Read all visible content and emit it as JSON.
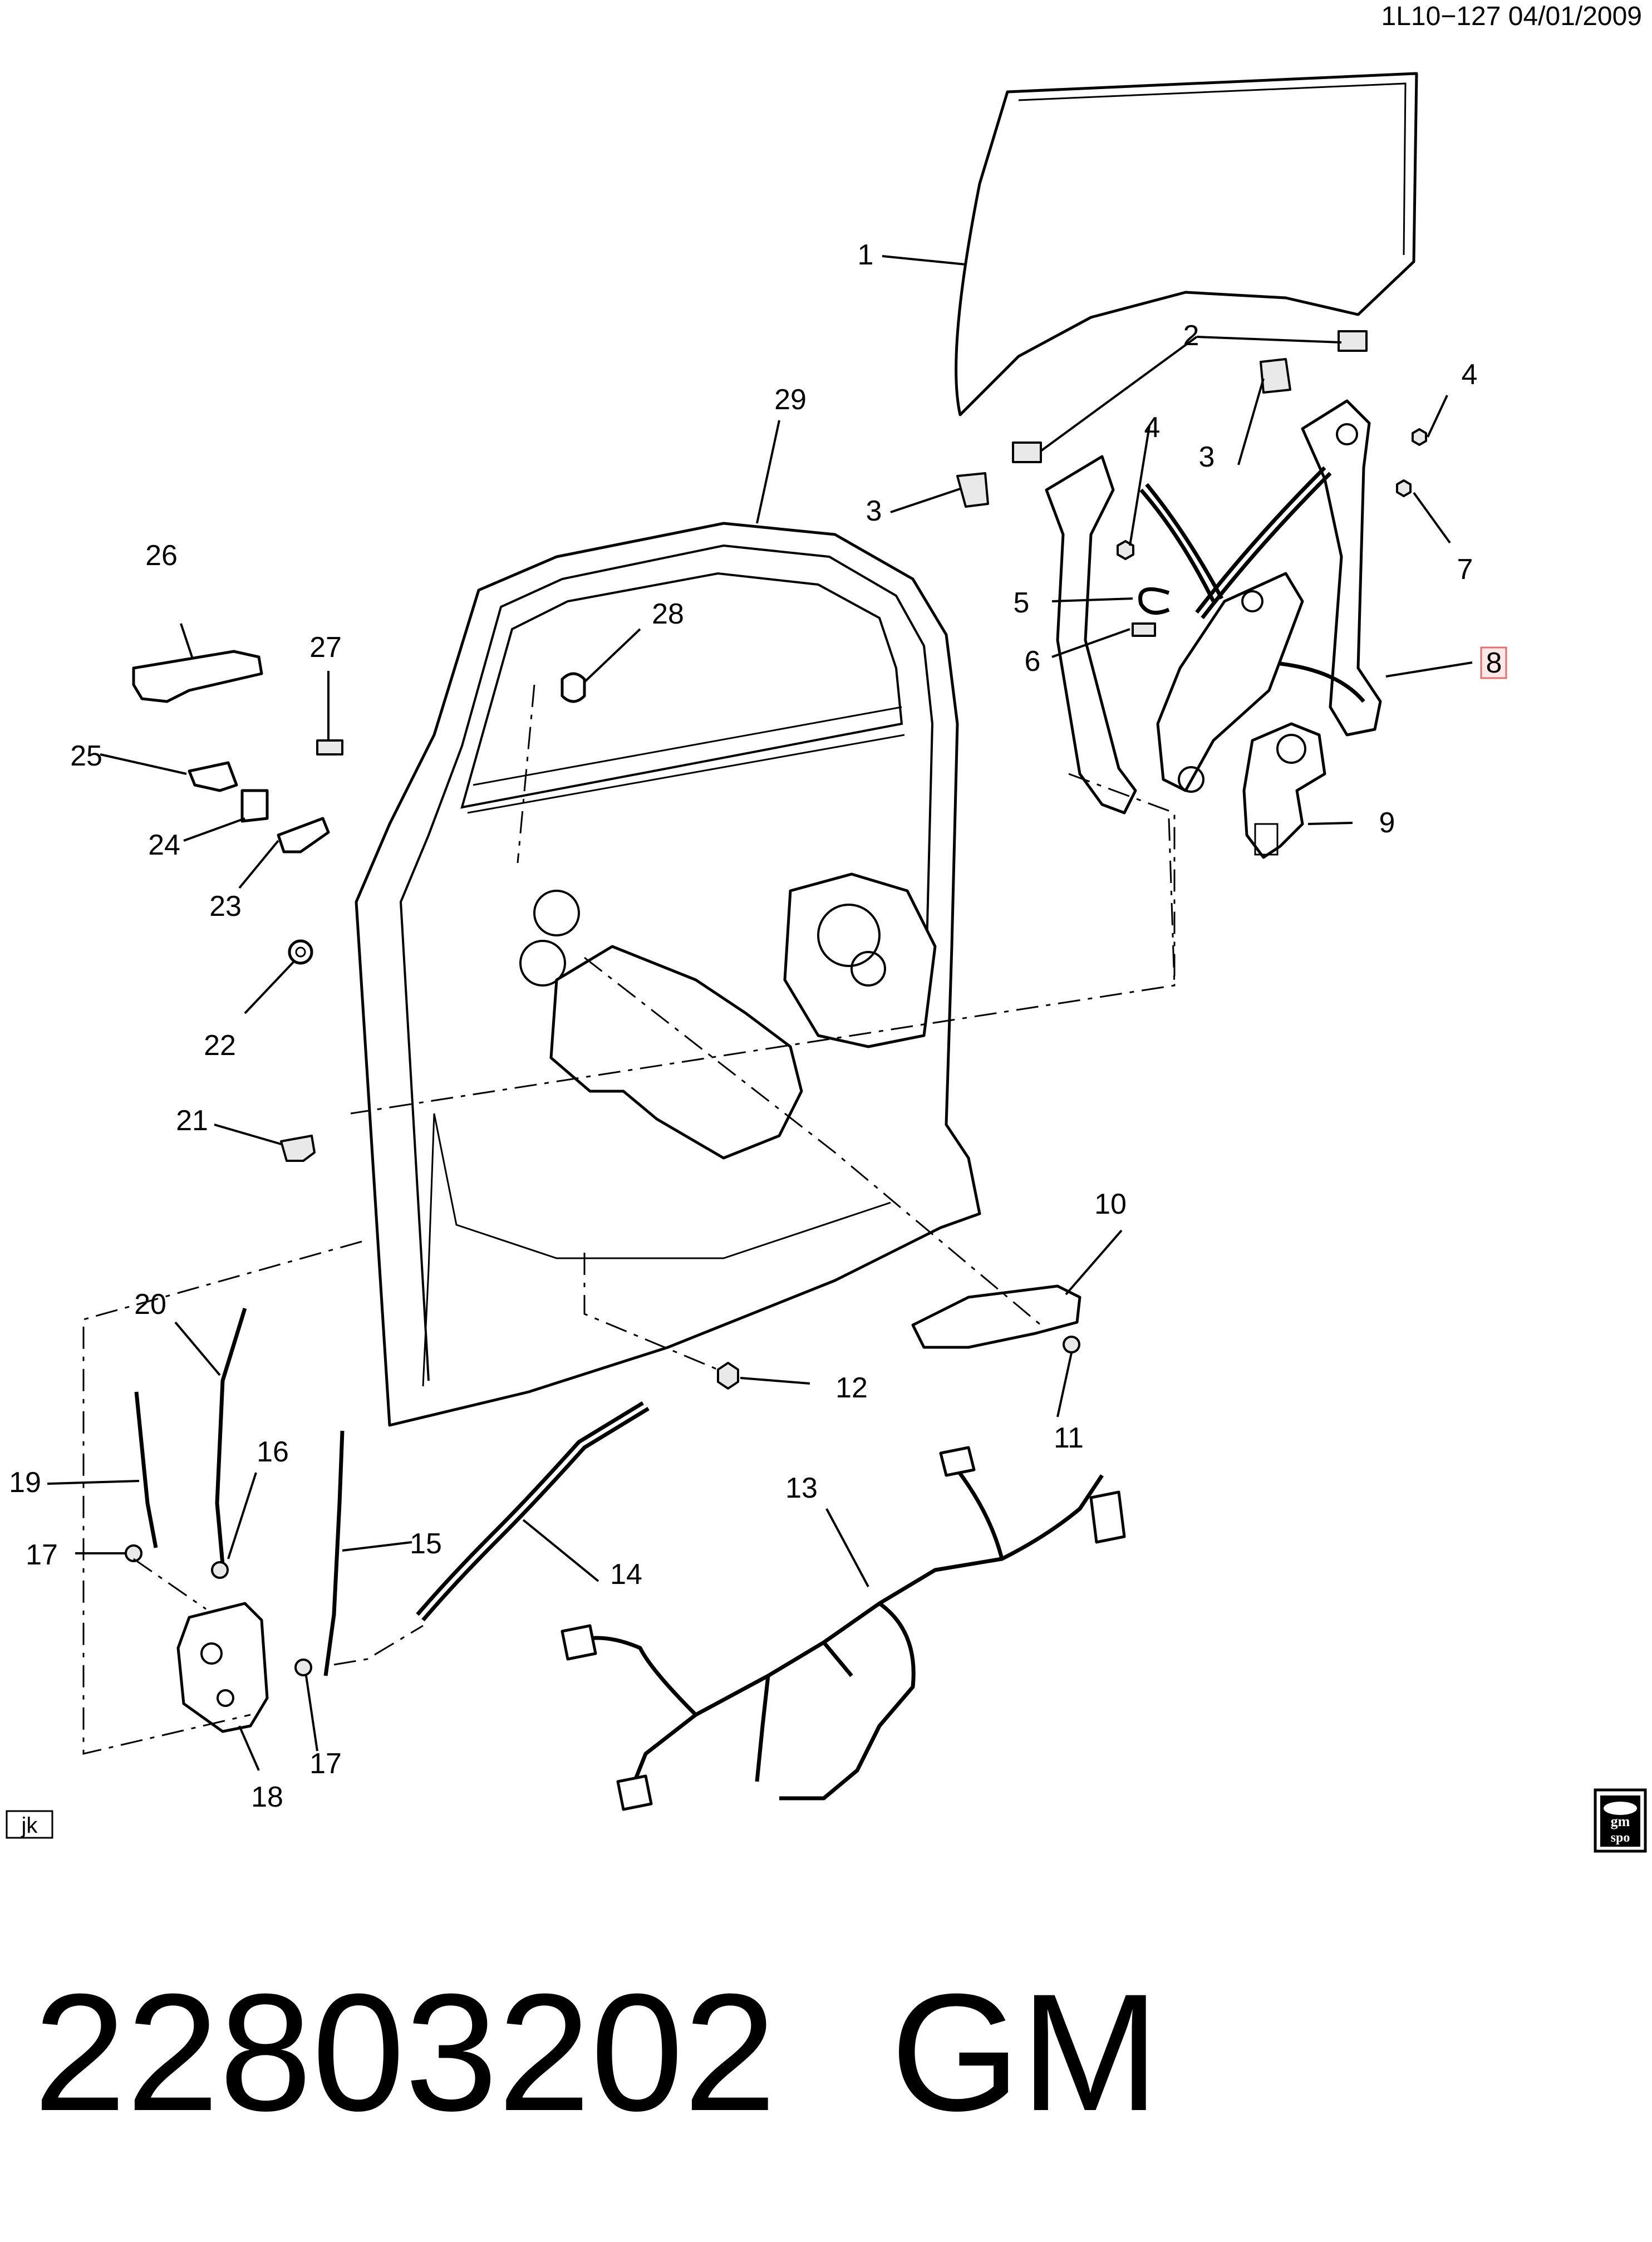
{
  "header": {
    "code": "1L10−127  04/01/2009"
  },
  "callouts": [
    "1",
    "2",
    "3",
    "4",
    "3",
    "4",
    "7",
    "5",
    "6",
    "8",
    "9",
    "29",
    "28",
    "26",
    "27",
    "25",
    "24",
    "23",
    "22",
    "21",
    "10",
    "12",
    "11",
    "20",
    "19",
    "16",
    "17",
    "15",
    "14",
    "13",
    "18",
    "17"
  ],
  "corner_label": "jk",
  "logo": {
    "top": "gm",
    "bottom": "spo"
  },
  "footer": {
    "part_number": "22803202",
    "brand": "GM"
  },
  "colors": {
    "line": "#000000",
    "highlight_box": "#e07070"
  }
}
